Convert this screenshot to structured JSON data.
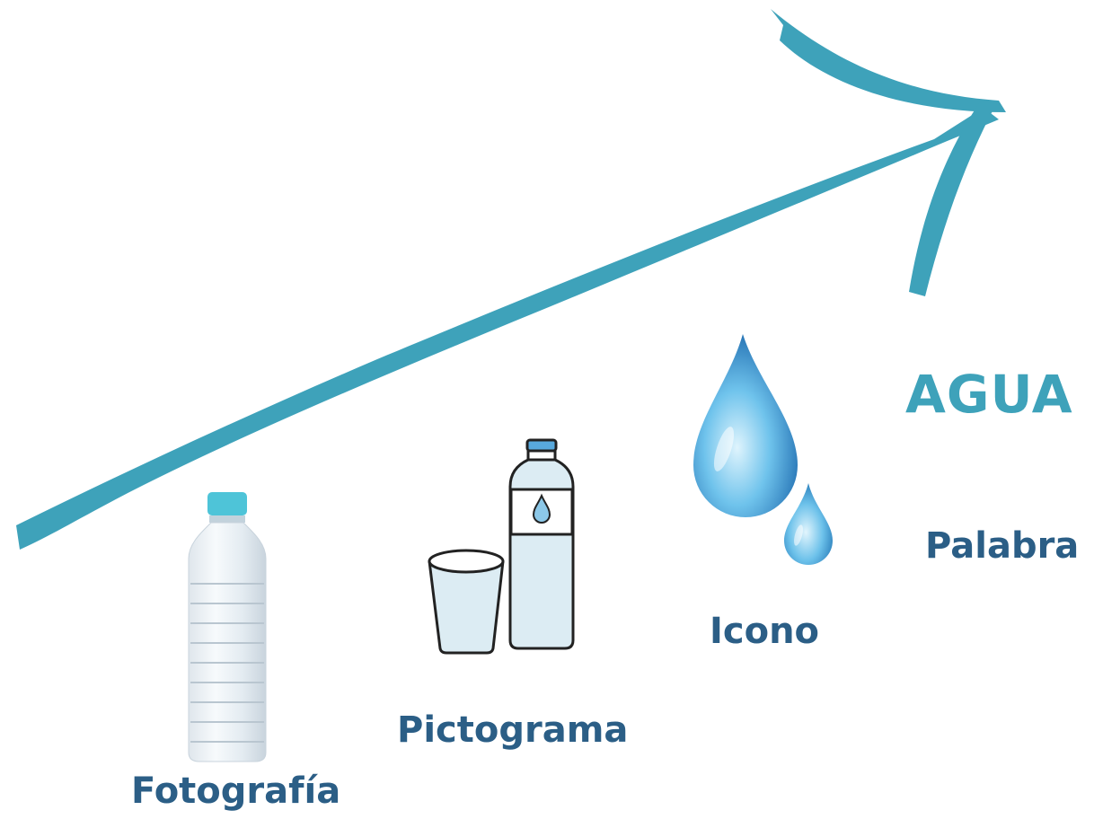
{
  "colors": {
    "arrow": "#3ea2ba",
    "label_text": "#2b5e86",
    "agua_text": "#3ea2ba",
    "bottle_cap": "#4ec4d8",
    "drop_light": "#a8e0f6",
    "drop_dark": "#1b73b8"
  },
  "diagram": {
    "stages": [
      {
        "label": "Fotografía",
        "icon": "photo-water-bottle"
      },
      {
        "label": "Pictograma",
        "icon": "pictogram-glass-and-bottle"
      },
      {
        "label": "Icono",
        "icon": "water-drops"
      },
      {
        "label": "Palabra",
        "word": "AGUA"
      }
    ]
  }
}
